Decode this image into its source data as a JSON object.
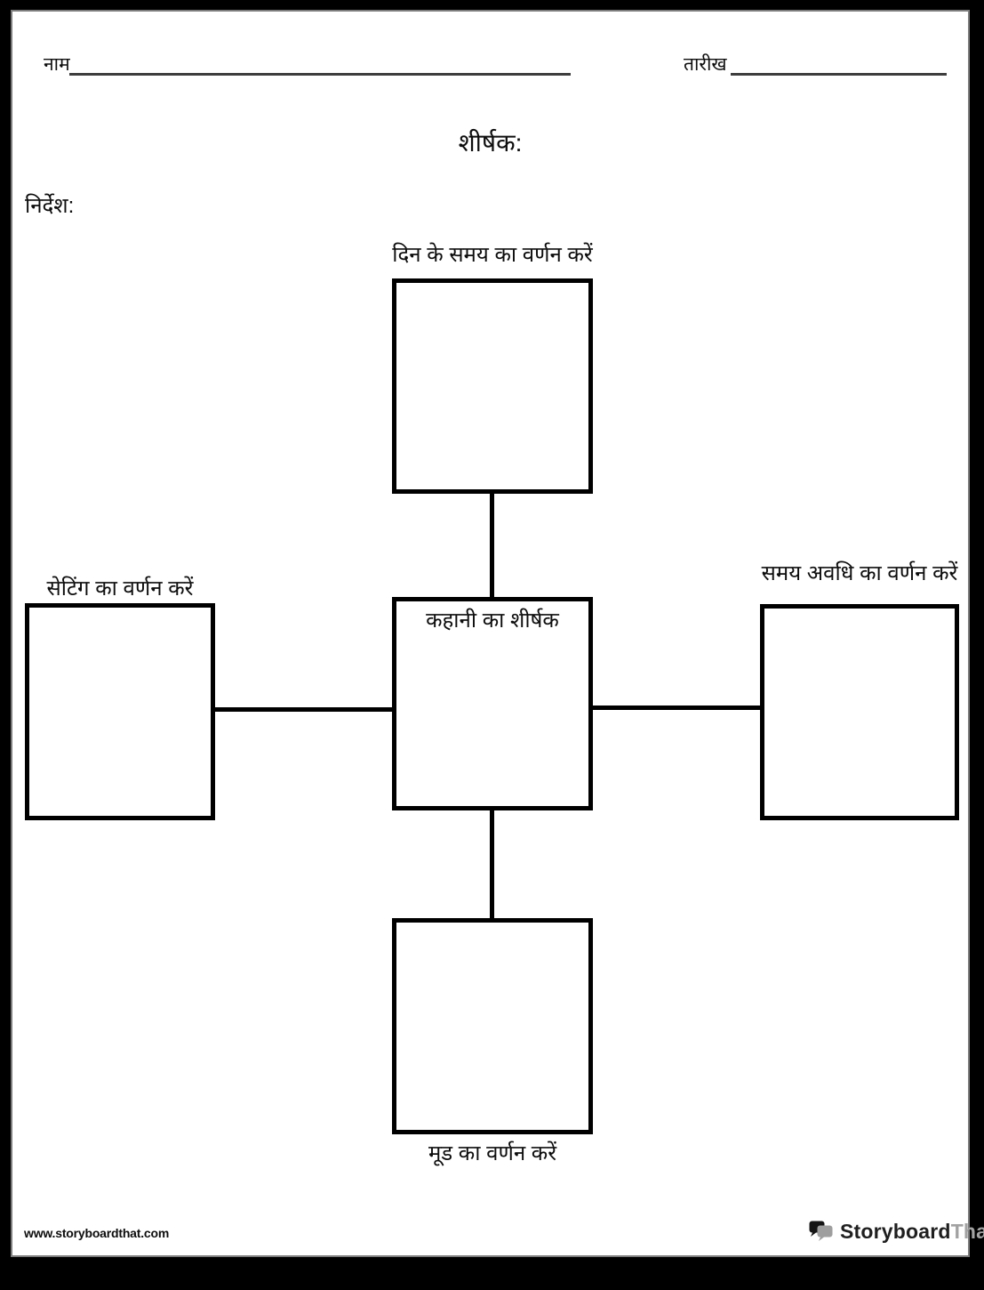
{
  "header": {
    "name_label": "नाम",
    "date_label": "तारीख"
  },
  "title": "शीर्षक:",
  "instructions_label": "निर्देश:",
  "spider_map": {
    "top_label": "दिन के समय का वर्णन करें",
    "left_label": "सेटिंग का वर्णन करें",
    "right_label": "समय अवधि का वर्णन करें",
    "bottom_label": "मूड का वर्णन करें",
    "center_label": "कहानी का शीर्षक"
  },
  "footer": {
    "website_url": "www.storyboardthat.com",
    "logo": {
      "icon": "speech-bubbles-icon",
      "text_primary": "Storyboard",
      "text_secondary": "That",
      "primary_color": "#1f1f1f",
      "secondary_color": "#a2a2a2"
    }
  },
  "colors": {
    "frame": "#000000",
    "page_border": "#7d7d7d",
    "box_border": "#000000",
    "field_line": "#3d3d3d"
  }
}
